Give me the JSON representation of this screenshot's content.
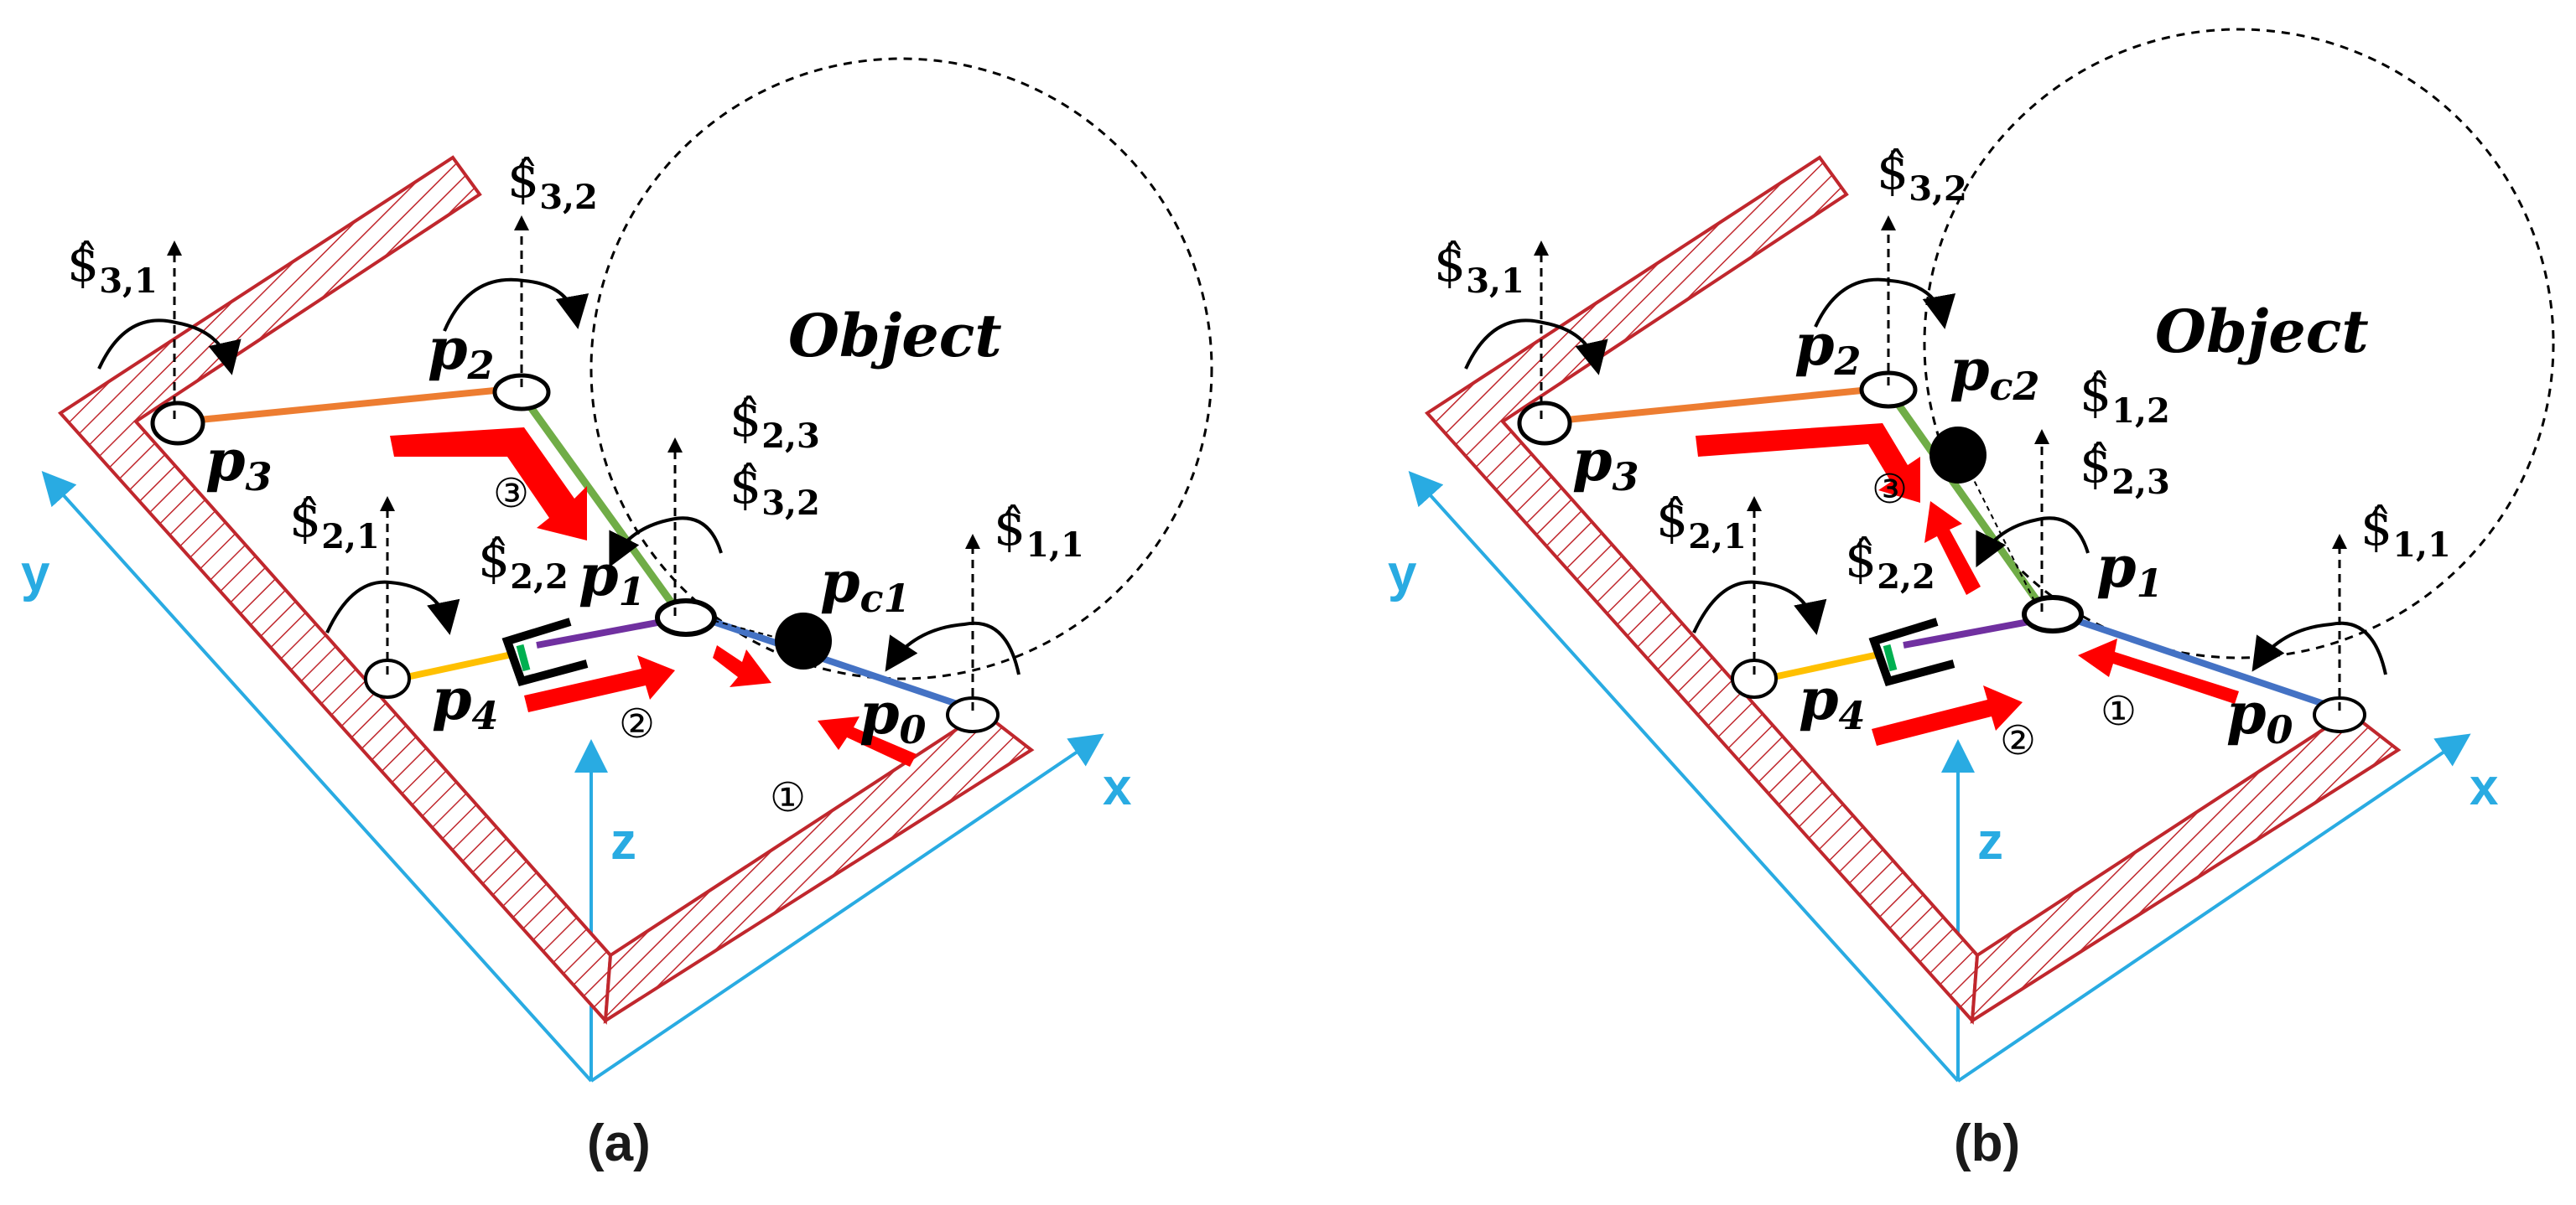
{
  "colors": {
    "wall": "#c0272d",
    "axis": "#29abe2",
    "push": "#ff0000",
    "link_orange": "#ed7d31",
    "link_green": "#70ad47",
    "link_purple": "#7030a0",
    "link_yellow": "#ffc000",
    "link_blue": "#4472c4",
    "gripper_green": "#00b050"
  },
  "object_label": "Object",
  "axes": {
    "x": "x",
    "y": "y",
    "z": "z"
  },
  "panel_a": {
    "caption": "(a)",
    "joints": {
      "p0": "0",
      "p1": "1",
      "p2": "2",
      "p3": "3",
      "p4": "4"
    },
    "contact": "c1",
    "screws": {
      "s31": "3,1",
      "s32": "3,2",
      "s21": "2,1",
      "s22": "2,2",
      "s23": "2,3",
      "s32b": "3,2",
      "s11": "1,1"
    },
    "steps": [
      "①",
      "②",
      "③"
    ]
  },
  "panel_b": {
    "caption": "(b)",
    "joints": {
      "p0": "0",
      "p1": "1",
      "p2": "2",
      "p3": "3",
      "p4": "4"
    },
    "contact": "c2",
    "screws": {
      "s31": "3,1",
      "s32": "3,2",
      "s21": "2,1",
      "s22": "2,2",
      "s12": "1,2",
      "s23": "2,3",
      "s11": "1,1"
    },
    "steps": [
      "①",
      "②",
      "③"
    ]
  },
  "symbols": {
    "screw": "$̂",
    "p": "p"
  }
}
